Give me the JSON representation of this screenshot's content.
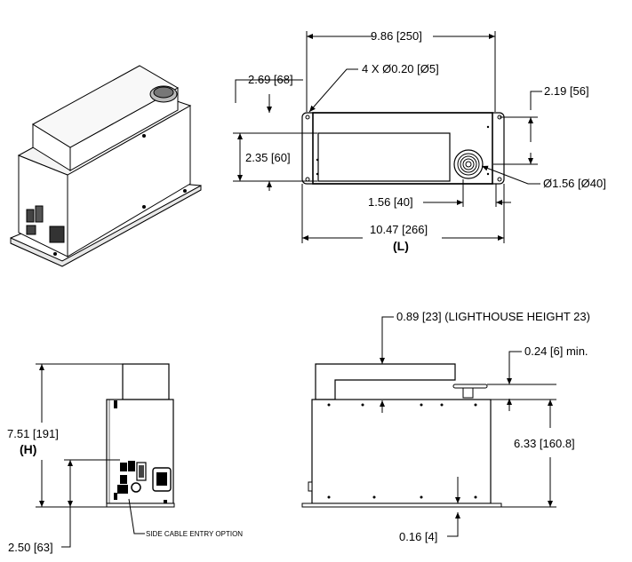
{
  "top_view": {
    "overall_width": "9.86 [250]",
    "holes": "4 X Ø0.20 [Ø5]",
    "left_offset": "2.69 [68]",
    "right_offset": "2.19 [56]",
    "panel_height": "2.35 [60]",
    "light_diameter": "Ø1.56 [Ø40]",
    "light_offset": "1.56 [40]",
    "base_length": "10.47 [266]",
    "length_symbol": "(L)"
  },
  "side_view": {
    "height": "7.51 [191]",
    "height_symbol": "(H)",
    "cable_height": "2.50 [63]",
    "cable_note": "SIDE CABLE ENTRY OPTION"
  },
  "front_view": {
    "lighthouse": "0.89 [23] (LIGHTHOUSE HEIGHT 23)",
    "min_clearance": "0.24 [6] min.",
    "body_height": "6.33 [160.8]",
    "base_thickness": "0.16 [4]"
  }
}
